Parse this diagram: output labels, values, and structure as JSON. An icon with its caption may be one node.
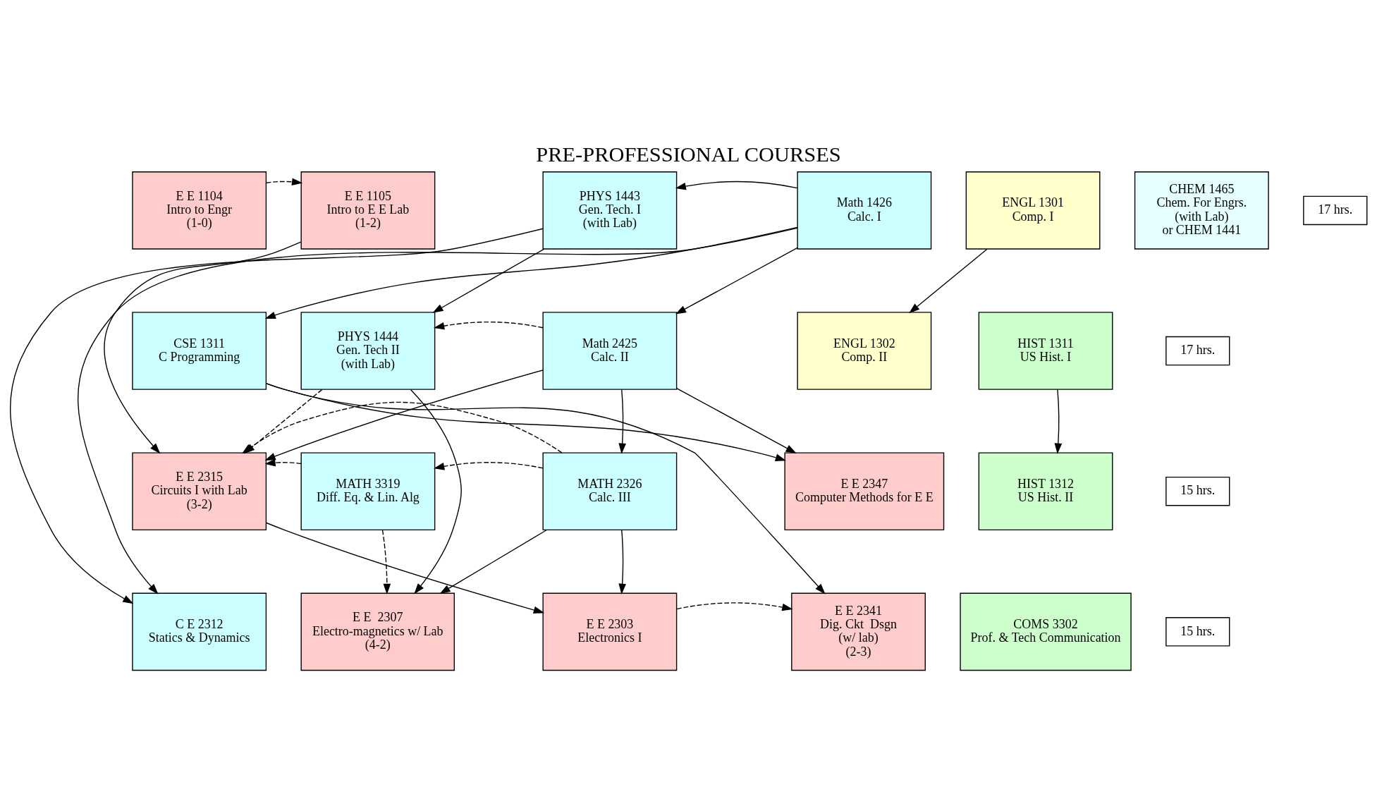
{
  "diagram": {
    "title": "PRE-PROFESSIONAL COURSES",
    "nodes": [
      {
        "text": [
          "E E 1104",
          "Intro to Engr",
          "(1-0)"
        ]
      },
      {
        "text": [
          "E E 1105",
          "Intro to E E Lab",
          "(1-2)"
        ]
      },
      {
        "text": [
          "PHYS 1443",
          "Gen. Tech. I",
          "(with Lab)"
        ]
      },
      {
        "text": [
          "Math 1426",
          "Calc. I"
        ]
      },
      {
        "text": [
          "ENGL 1301",
          "Comp. I"
        ]
      },
      {
        "text": [
          "CHEM 1465",
          "Chem. For Engrs.",
          "(with Lab)",
          "or CHEM 1441"
        ]
      },
      {
        "text": [
          "17 hrs."
        ]
      },
      {
        "text": [
          "CSE 1311",
          "C Programming"
        ]
      },
      {
        "text": [
          "PHYS 1444",
          "Gen. Tech II",
          "(with Lab)"
        ]
      },
      {
        "text": [
          "Math 2425",
          "Calc. II"
        ]
      },
      {
        "text": [
          "ENGL 1302",
          "Comp. II"
        ]
      },
      {
        "text": [
          "HIST 1311",
          "US Hist. I"
        ]
      },
      {
        "text": [
          "17 hrs."
        ]
      },
      {
        "text": [
          "E E 2315",
          "Circuits I with Lab",
          "(3-2)"
        ]
      },
      {
        "text": [
          "MATH 3319",
          "Diff. Eq. & Lin. Alg"
        ]
      },
      {
        "text": [
          "MATH 2326",
          "Calc. III"
        ]
      },
      {
        "text": [
          "E E 2347",
          "Computer Methods for E E"
        ]
      },
      {
        "text": [
          "HIST 1312",
          "US Hist. II"
        ]
      },
      {
        "text": [
          "15 hrs."
        ]
      },
      {
        "text": [
          "C E 2312",
          "Statics & Dynamics"
        ]
      },
      {
        "text": [
          "E E  2307",
          "Electro-magnetics w/ Lab",
          "(4-2)"
        ]
      },
      {
        "text": [
          "E E 2303",
          "Electronics I"
        ]
      },
      {
        "text": [
          "E E 2341",
          "Dig. Ckt  Dsgn",
          "(w/ lab)",
          "(2-3)"
        ]
      },
      {
        "text": [
          "COMS 3302",
          "Prof. & Tech Communication"
        ]
      },
      {
        "text": [
          "15 hrs."
        ]
      }
    ],
    "edges": [
      {
        "from": 0,
        "to": 1,
        "arrow": "to",
        "style": "dashed"
      },
      {
        "from": 3,
        "to": 2,
        "arrow": "to"
      },
      {
        "from": 1,
        "to": 13,
        "arrow": "to"
      },
      {
        "from": 2,
        "to": 8,
        "arrow": "to"
      },
      {
        "from": 2,
        "to": 19,
        "arrow": "to"
      },
      {
        "from": 3,
        "to": 9,
        "arrow": "to"
      },
      {
        "from": 3,
        "to": 7,
        "arrow": "to"
      },
      {
        "from": 3,
        "to": 19,
        "arrow": "to"
      },
      {
        "from": 4,
        "to": 10,
        "arrow": "to"
      },
      {
        "from": 9,
        "to": 8,
        "arrow": "to",
        "style": "dashed"
      },
      {
        "from": 8,
        "to": 13,
        "arrow": "to",
        "style": "dashed"
      },
      {
        "from": 7,
        "to": 16,
        "arrow": "to"
      },
      {
        "from": 8,
        "to": 20,
        "arrow": "to"
      },
      {
        "from": 9,
        "to": 15,
        "arrow": "to"
      },
      {
        "from": 9,
        "to": 16,
        "arrow": "to"
      },
      {
        "from": 9,
        "to": 13,
        "arrow": "to"
      },
      {
        "from": 7,
        "to": 22,
        "arrow": "to"
      },
      {
        "from": 11,
        "to": 17,
        "arrow": "to"
      },
      {
        "from": 15,
        "to": 13,
        "arrow": "to",
        "style": "dashed"
      },
      {
        "from": 15,
        "to": 14,
        "arrow": "to",
        "style": "dashed"
      },
      {
        "from": 14,
        "to": 13,
        "arrow": "to",
        "style": "dashed"
      },
      {
        "from": 14,
        "to": 20,
        "arrow": "to",
        "style": "dashed"
      },
      {
        "from": 15,
        "to": 20,
        "arrow": "to"
      },
      {
        "from": 15,
        "to": 21,
        "arrow": "to"
      },
      {
        "from": 13,
        "to": 21,
        "arrow": "to"
      },
      {
        "from": 21,
        "to": 22,
        "arrow": "to",
        "style": "dashed"
      }
    ]
  }
}
